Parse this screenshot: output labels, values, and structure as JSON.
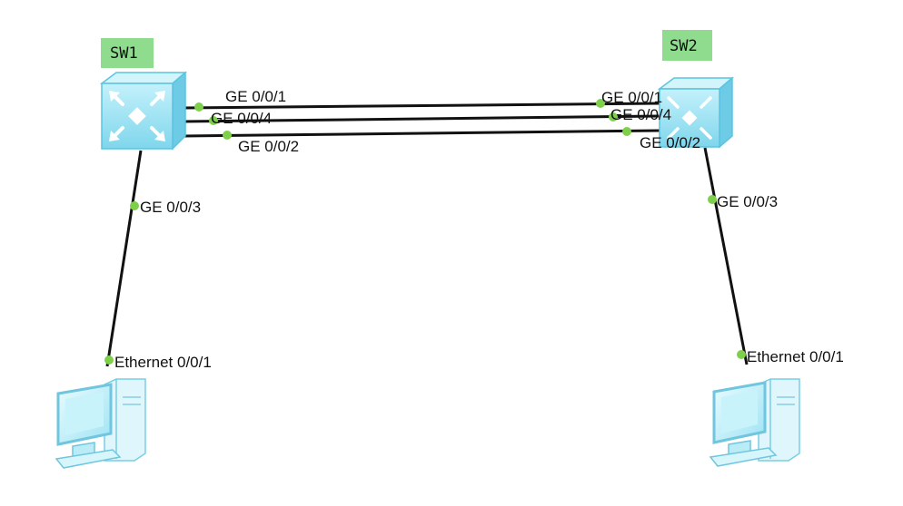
{
  "nodes": {
    "sw1": {
      "label": "SW1"
    },
    "sw2": {
      "label": "SW2"
    }
  },
  "ports": {
    "sw1_ge1": "GE 0/0/1",
    "sw1_ge4": "GE 0/0/4",
    "sw1_ge2": "GE 0/0/2",
    "sw1_ge3": "GE 0/0/3",
    "sw2_ge1": "GE 0/0/1",
    "sw2_ge4": "GE 0/0/4",
    "sw2_ge2": "GE 0/0/2",
    "sw2_ge3": "GE 0/0/3",
    "pc1_eth": "Ethernet 0/0/1",
    "pc2_eth": "Ethernet 0/0/1"
  },
  "colors": {
    "switch_body": "#9ee4f4",
    "switch_edge": "#5bc4e0",
    "port_dot": "#7ed04b",
    "label_bg": "#8fdc8f",
    "link": "#111111"
  },
  "icons": {
    "switch": "l3-switch-icon",
    "pc": "pc-icon"
  }
}
